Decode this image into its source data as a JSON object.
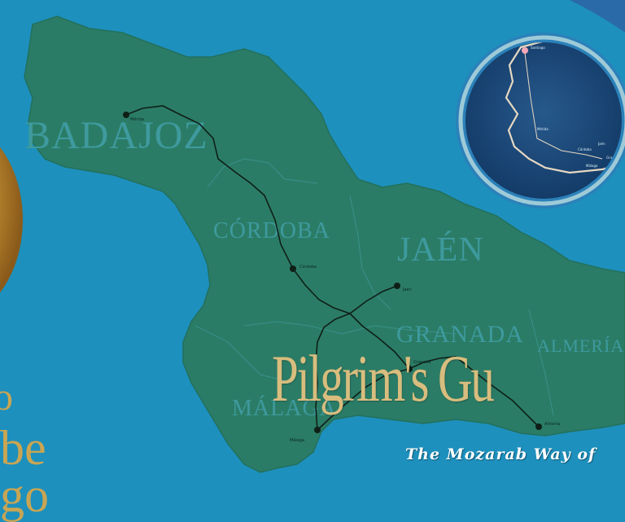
{
  "map": {
    "provinces": [
      {
        "id": "badajoz",
        "label": "BADAJOZ"
      },
      {
        "id": "cordoba",
        "label": "CÓRDOBA"
      },
      {
        "id": "jaen",
        "label": "JAÉN"
      },
      {
        "id": "granada",
        "label": "GRANADA"
      },
      {
        "id": "almeria",
        "label": "ALMERÍA"
      },
      {
        "id": "malaga",
        "label": "MÁLAGA"
      }
    ],
    "cities": [
      "Mérida",
      "Córdoba",
      "Jaén",
      "Granada",
      "Málaga",
      "Almería"
    ],
    "inset_labels": [
      "Santiago",
      "Mérida",
      "Córdoba",
      "Jaén",
      "Granada",
      "Málaga"
    ]
  },
  "left_fragment": {
    "line1": "o",
    "line2": "be",
    "line3": "go"
  },
  "title": "Pilgrim's Gu",
  "subtitle": "The Mozarab Way of",
  "colors": {
    "sea": "#1e93c0",
    "land": "#2b7c66",
    "land_shadow": "#1f6652",
    "route": "#0f1f17",
    "title": "#d8bd7e",
    "coin": "#c79535",
    "inset_bg": "#1a4a7a"
  }
}
